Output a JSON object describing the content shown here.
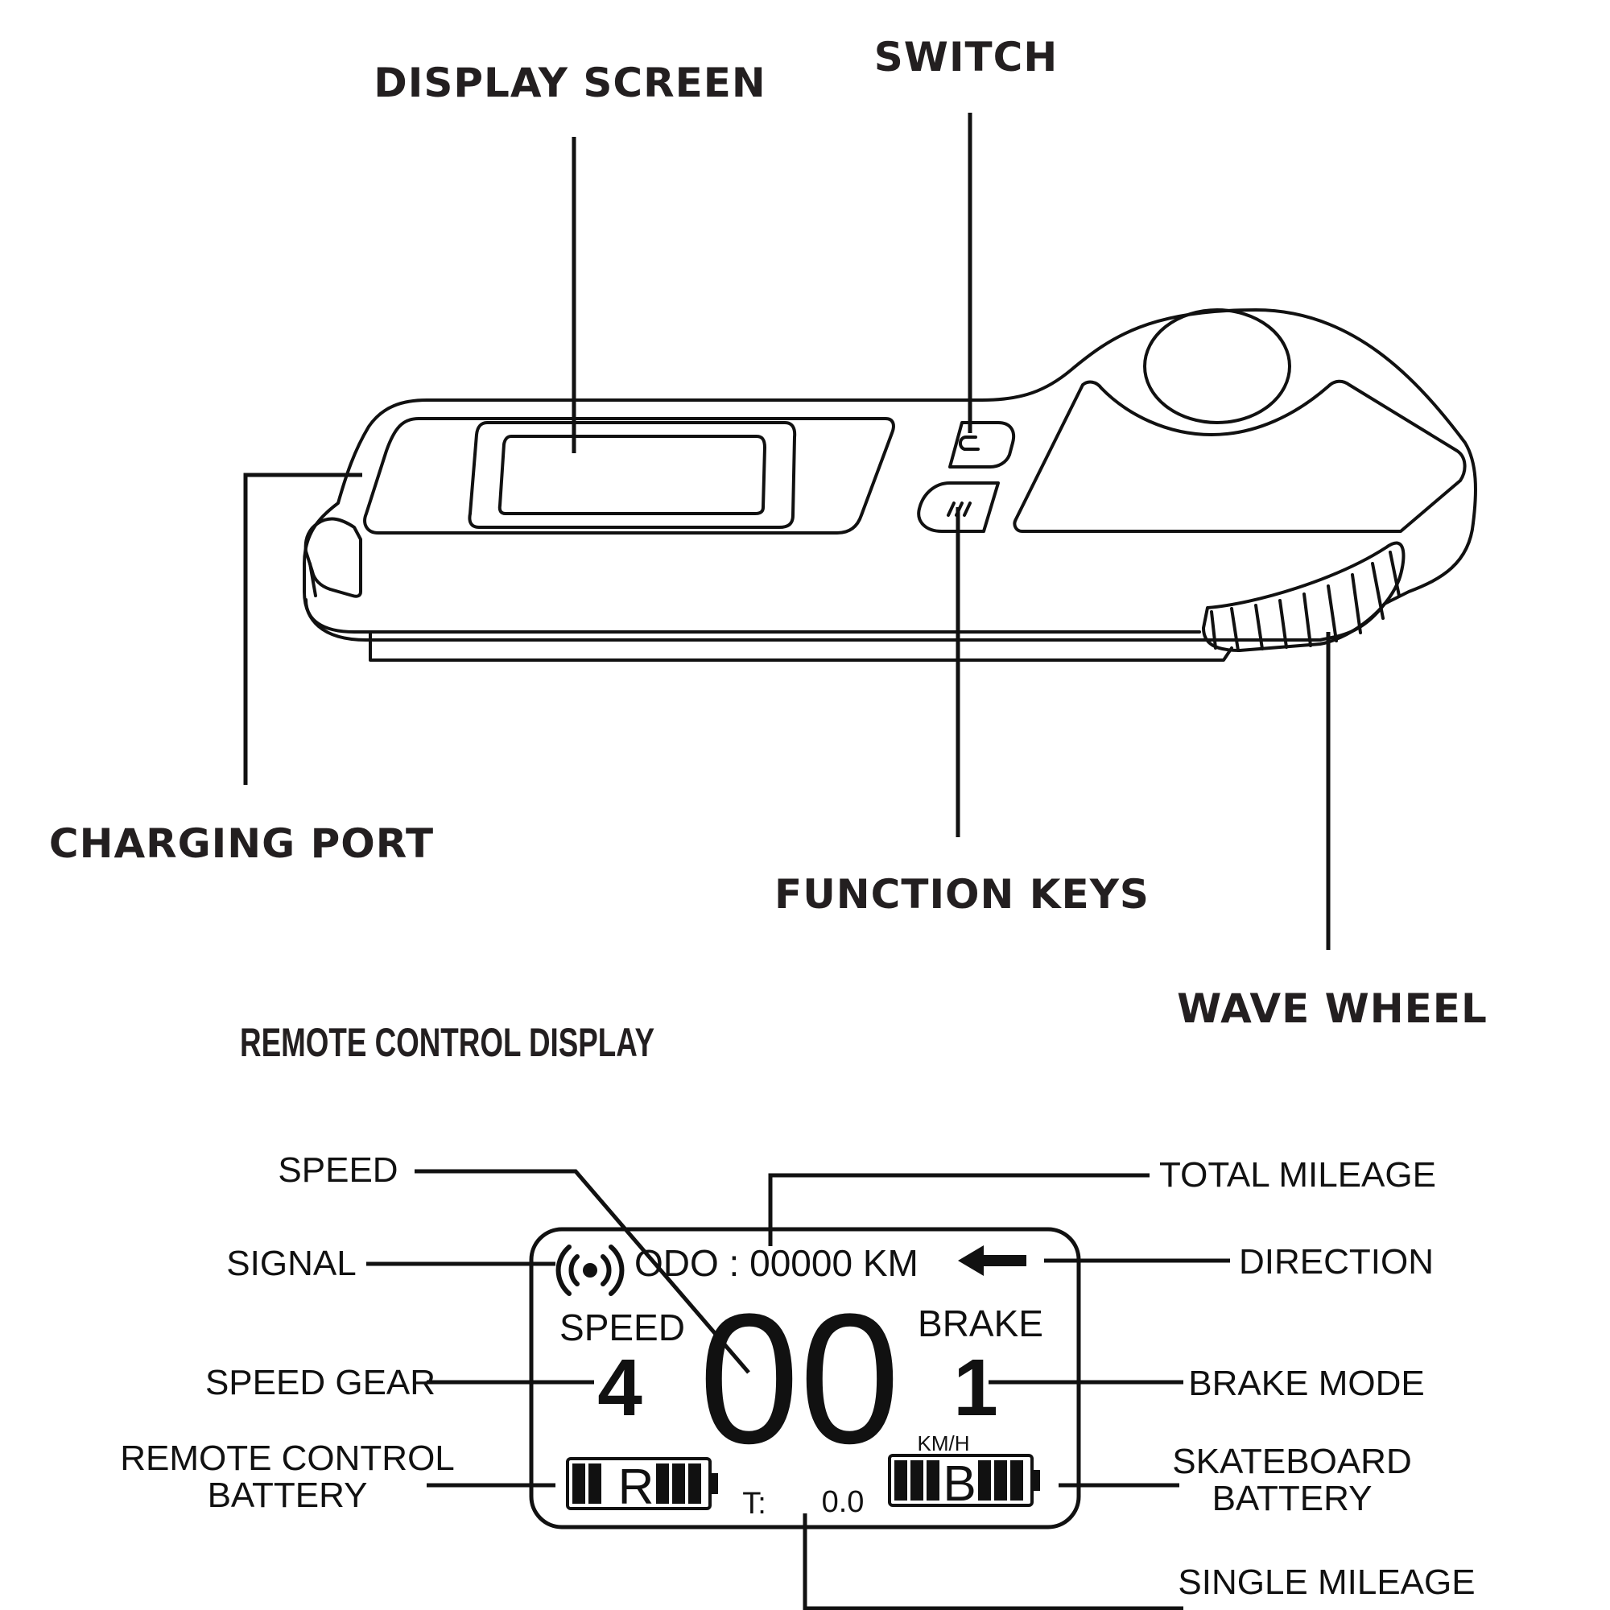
{
  "device": {
    "labels": {
      "display_screen": "DISPLAY SCREEN",
      "switch": "SWITCH",
      "charging_port": "CHARGING PORT",
      "function_keys": "FUNCTION KEYS",
      "wave_wheel": "WAVE WHEEL"
    }
  },
  "display": {
    "title": "REMOTE CONTROL DISPLAY",
    "callouts": {
      "speed": "SPEED",
      "signal": "SIGNAL",
      "speed_gear": "SPEED GEAR",
      "remote_battery_line1": "REMOTE CONTROL",
      "remote_battery_line2": "BATTERY",
      "total_mileage": "TOTAL MILEAGE",
      "direction": "DIRECTION",
      "brake_mode": "BRAKE MODE",
      "skateboard_battery_line1": "SKATEBOARD",
      "skateboard_battery_line2": "BATTERY",
      "single_mileage": "SINGLE MILEAGE"
    },
    "screen": {
      "odo": "ODO : 00000 KM",
      "speed_label": "SPEED",
      "speed_gear_value": "4",
      "speed_value": "00",
      "brake_label": "BRAKE",
      "brake_mode_value": "1",
      "unit": "KM/H",
      "remote_battery_letter": "R",
      "skateboard_battery_letter": "B",
      "trip_label": "T:",
      "trip_value": "0.0"
    }
  },
  "icons": {
    "signal": "signal-icon",
    "direction": "arrow-left-icon",
    "power": "power-icon",
    "function": "function-key-icon",
    "battery": "battery-icon"
  }
}
